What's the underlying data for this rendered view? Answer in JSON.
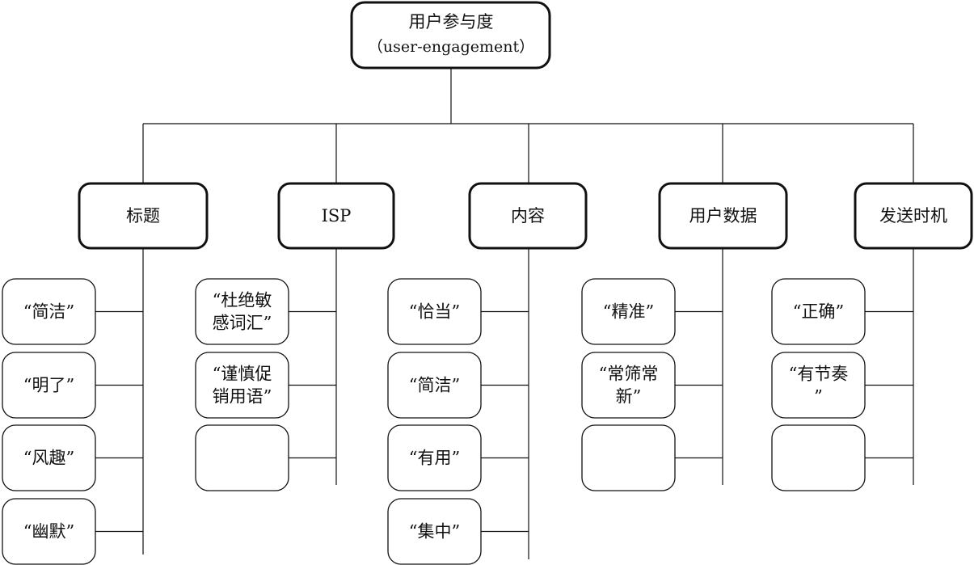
{
  "root": {
    "line1": "用户参与度",
    "line2": "（user-engagement）"
  },
  "categories": [
    {
      "label": "标题",
      "items": [
        {
          "lines": [
            "“简洁”"
          ]
        },
        {
          "lines": [
            "“明了”"
          ]
        },
        {
          "lines": [
            "“风趣”"
          ]
        },
        {
          "lines": [
            "“幽默”"
          ]
        }
      ]
    },
    {
      "label": "ISP",
      "items": [
        {
          "lines": [
            "“杜绝敏",
            "感词汇”"
          ]
        },
        {
          "lines": [
            "“谨慎促",
            "销用语”"
          ]
        },
        {
          "lines": []
        }
      ]
    },
    {
      "label": "内容",
      "items": [
        {
          "lines": [
            "“恰当”"
          ]
        },
        {
          "lines": [
            "“简洁”"
          ]
        },
        {
          "lines": [
            "“有用”"
          ]
        },
        {
          "lines": [
            "“集中”"
          ]
        }
      ]
    },
    {
      "label": "用户数据",
      "items": [
        {
          "lines": [
            "“精准”"
          ]
        },
        {
          "lines": [
            "“常筛常",
            "新”"
          ]
        },
        {
          "lines": []
        }
      ]
    },
    {
      "label": "发送时机",
      "items": [
        {
          "lines": [
            "“正确”"
          ]
        },
        {
          "lines": [
            "“有节奏",
            "”"
          ]
        },
        {
          "lines": []
        }
      ]
    }
  ]
}
